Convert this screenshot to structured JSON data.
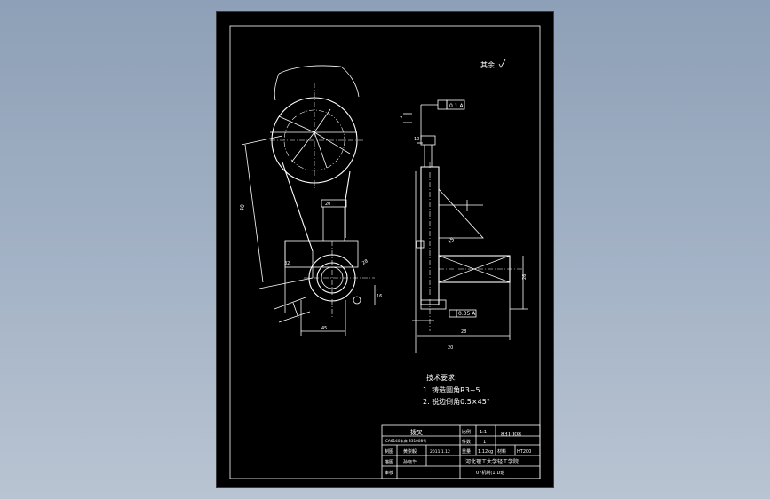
{
  "drawing": {
    "roughness_note": "其余",
    "tech_requirements": {
      "title": "技术要求:",
      "items": [
        "1. 铸造圆角R3~5",
        "2. 锐边倒角0.5×45°"
      ]
    },
    "datum_tolerance": "0.1 A",
    "side_tolerance": "0.05 A",
    "dims": {
      "d1": "16",
      "d2": "28",
      "d3": "32",
      "d4": "28",
      "d5": "45",
      "d6": "7",
      "d7": "26",
      "d8": "20",
      "d9": "10",
      "d10": "40"
    }
  },
  "title_block": {
    "part_title": "拨叉",
    "part_subtitle": "CA6140车床 831008号",
    "ratio_label": "比例",
    "ratio_value": "1:1",
    "drawing_no": "831008",
    "quantity_label": "件数",
    "quantity_value": "1",
    "drawn_label": "制图",
    "drawn_name": "黄崇毅",
    "drawn_date": "2011.1.12",
    "weight_label": "重量",
    "weight_value": "1.12kg",
    "material_label": "材料",
    "material_value": "HT200",
    "design_label": "描图",
    "design_name": "孙晓华",
    "school": "河北理工大学轻工学院",
    "review_label": "审核",
    "class_name": "07机制(1)D班"
  }
}
